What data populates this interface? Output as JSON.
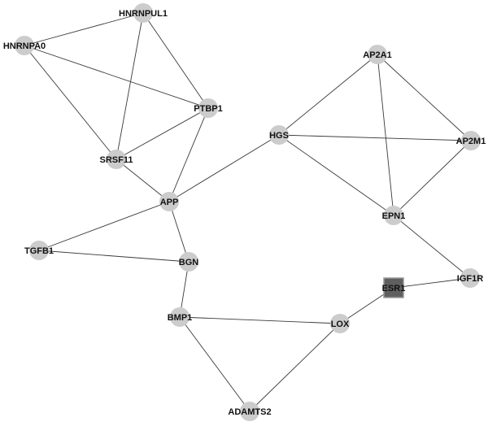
{
  "diagram": {
    "nodes": [
      {
        "id": "HNRNPUL1",
        "label": "HNRNPUL1",
        "shape": "circle"
      },
      {
        "id": "HNRNPA0",
        "label": "HNRNPA0",
        "shape": "circle"
      },
      {
        "id": "PTBP1",
        "label": "PTBP1",
        "shape": "circle"
      },
      {
        "id": "SRSF11",
        "label": "SRSF11",
        "shape": "circle"
      },
      {
        "id": "APP",
        "label": "APP",
        "shape": "circle"
      },
      {
        "id": "TGFB1",
        "label": "TGFB1",
        "shape": "circle"
      },
      {
        "id": "BGN",
        "label": "BGN",
        "shape": "circle"
      },
      {
        "id": "BMP1",
        "label": "BMP1",
        "shape": "circle"
      },
      {
        "id": "ADAMTS2",
        "label": "ADAMTS2",
        "shape": "circle"
      },
      {
        "id": "LOX",
        "label": "LOX",
        "shape": "circle"
      },
      {
        "id": "ESR1",
        "label": "ESR1",
        "shape": "square"
      },
      {
        "id": "IGF1R",
        "label": "IGF1R",
        "shape": "circle"
      },
      {
        "id": "EPN1",
        "label": "EPN1",
        "shape": "circle"
      },
      {
        "id": "HGS",
        "label": "HGS",
        "shape": "circle"
      },
      {
        "id": "AP2A1",
        "label": "AP2A1",
        "shape": "circle"
      },
      {
        "id": "AP2M1",
        "label": "AP2M1",
        "shape": "circle"
      }
    ],
    "edges": [
      [
        "HNRNPUL1",
        "HNRNPA0"
      ],
      [
        "HNRNPUL1",
        "PTBP1"
      ],
      [
        "HNRNPUL1",
        "SRSF11"
      ],
      [
        "HNRNPA0",
        "PTBP1"
      ],
      [
        "HNRNPA0",
        "SRSF11"
      ],
      [
        "PTBP1",
        "SRSF11"
      ],
      [
        "PTBP1",
        "APP"
      ],
      [
        "SRSF11",
        "APP"
      ],
      [
        "APP",
        "HGS"
      ],
      [
        "APP",
        "TGFB1"
      ],
      [
        "APP",
        "BGN"
      ],
      [
        "TGFB1",
        "BGN"
      ],
      [
        "BGN",
        "BMP1"
      ],
      [
        "BMP1",
        "LOX"
      ],
      [
        "BMP1",
        "ADAMTS2"
      ],
      [
        "ADAMTS2",
        "LOX"
      ],
      [
        "LOX",
        "ESR1"
      ],
      [
        "ESR1",
        "IGF1R"
      ],
      [
        "IGF1R",
        "EPN1"
      ],
      [
        "HGS",
        "EPN1"
      ],
      [
        "HGS",
        "AP2A1"
      ],
      [
        "HGS",
        "AP2M1"
      ],
      [
        "AP2A1",
        "AP2M1"
      ],
      [
        "AP2A1",
        "EPN1"
      ],
      [
        "AP2M1",
        "EPN1"
      ]
    ]
  },
  "colors": {
    "node_fill": "#cccccc",
    "square_fill": "#5f5f5f",
    "edge": "#3a3a3a",
    "label": "#111111"
  }
}
